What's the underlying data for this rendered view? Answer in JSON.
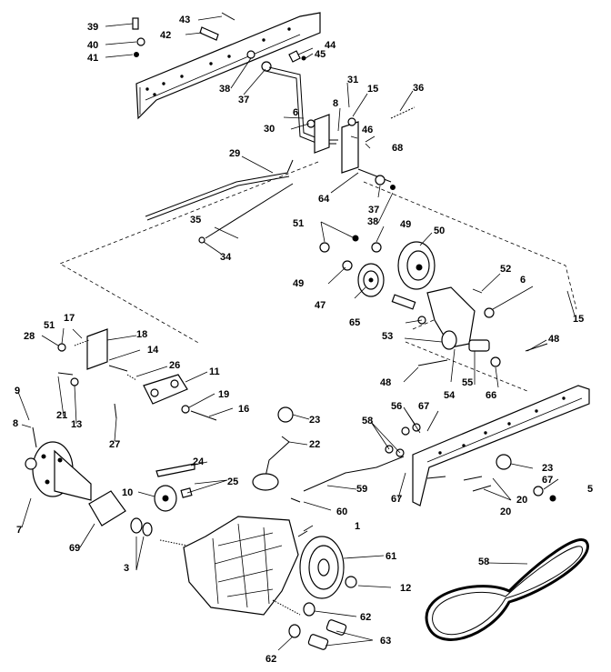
{
  "diagram": {
    "labels": [
      {
        "text": "39"
      },
      {
        "text": "40"
      },
      {
        "text": "41"
      },
      {
        "text": "43"
      },
      {
        "text": "42"
      },
      {
        "text": "44"
      },
      {
        "text": "45"
      },
      {
        "text": "38"
      },
      {
        "text": "37"
      },
      {
        "text": "31"
      },
      {
        "text": "15"
      },
      {
        "text": "36"
      },
      {
        "text": "8"
      },
      {
        "text": "6"
      },
      {
        "text": "30"
      },
      {
        "text": "46"
      },
      {
        "text": "68"
      },
      {
        "text": "29"
      },
      {
        "text": "64"
      },
      {
        "text": "37"
      },
      {
        "text": "38"
      },
      {
        "text": "35"
      },
      {
        "text": "34"
      },
      {
        "text": "51"
      },
      {
        "text": "49"
      },
      {
        "text": "50"
      },
      {
        "text": "49"
      },
      {
        "text": "52"
      },
      {
        "text": "6"
      },
      {
        "text": "15"
      },
      {
        "text": "47"
      },
      {
        "text": "65"
      },
      {
        "text": "53"
      },
      {
        "text": "48"
      },
      {
        "text": "48"
      },
      {
        "text": "55"
      },
      {
        "text": "54"
      },
      {
        "text": "66"
      },
      {
        "text": "17"
      },
      {
        "text": "28"
      },
      {
        "text": "51"
      },
      {
        "text": "18"
      },
      {
        "text": "14"
      },
      {
        "text": "26"
      },
      {
        "text": "11"
      },
      {
        "text": "9"
      },
      {
        "text": "21"
      },
      {
        "text": "13"
      },
      {
        "text": "19"
      },
      {
        "text": "16"
      },
      {
        "text": "8"
      },
      {
        "text": "27"
      },
      {
        "text": "23"
      },
      {
        "text": "56"
      },
      {
        "text": "67"
      },
      {
        "text": "58"
      },
      {
        "text": "22"
      },
      {
        "text": "7"
      },
      {
        "text": "24"
      },
      {
        "text": "10"
      },
      {
        "text": "25"
      },
      {
        "text": "59"
      },
      {
        "text": "23"
      },
      {
        "text": "67"
      },
      {
        "text": "5"
      },
      {
        "text": "20"
      },
      {
        "text": "67"
      },
      {
        "text": "60"
      },
      {
        "text": "20"
      },
      {
        "text": "69"
      },
      {
        "text": "1"
      },
      {
        "text": "3"
      },
      {
        "text": "61"
      },
      {
        "text": "58"
      },
      {
        "text": "12"
      },
      {
        "text": "62"
      },
      {
        "text": "63"
      },
      {
        "text": "62"
      }
    ]
  }
}
